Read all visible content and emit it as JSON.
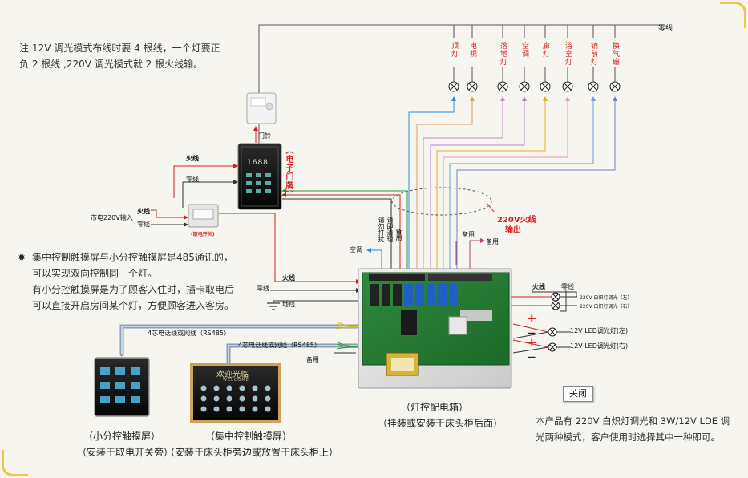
{
  "note_top": {
    "line1": "注:12V 调光模式布线时要 4 根线，一个灯要正",
    "line2": "负 2 根线 ,220V 调光模式就 2 根火线输。"
  },
  "neutral_top": "零线",
  "loads": [
    {
      "label": "顶灯",
      "color": "#2a8fd6"
    },
    {
      "label": "电视",
      "color": "#e0a060"
    },
    {
      "label": "落地灯",
      "color": "#c98fd0"
    },
    {
      "label": "空调",
      "color": "#b088c8"
    },
    {
      "label": "廊灯",
      "color": "#e0b020"
    },
    {
      "label": "浴室灯",
      "color": "#e0a0b8"
    },
    {
      "label": "镜前灯",
      "color": "#6aa0d8"
    },
    {
      "label": "换气扇",
      "color": "#7080c8"
    }
  ],
  "doorbell_label": "门铃",
  "doorplate_label": "（电子门牌）",
  "doorplate_display": "1688",
  "live_labels": {
    "top": "火线",
    "mains": "火线",
    "to_box": "火线",
    "right": "火线"
  },
  "neutral_labels": {
    "switch": "零线",
    "mains": "零线",
    "box_left": "零线",
    "right": "零线"
  },
  "mains_input": "市电220V输入",
  "power_switch_label": "(取电开关)",
  "ground_label": "地线",
  "dimmer_output": {
    "line1": "220V火线",
    "line2": "输出"
  },
  "doorplate_signals": [
    "请勿打扰",
    "请即清理",
    "备用"
  ],
  "spare_labels": [
    "备用",
    "备用",
    "备用"
  ],
  "aircon_label": "空调",
  "rs485_1": "4芯电话线或网线（RS485）",
  "rs485_2": "4芯电话线或网线（RS485）",
  "bulb_outputs": [
    "220V 白炽灯调光（左）",
    "220V 白炽灯调光（右）"
  ],
  "led_outputs": [
    "12V LED调光灯(左)",
    "12V LED调光灯(右)"
  ],
  "plus_sign": "+",
  "minus_sign": "—",
  "note_mid": {
    "line1": "集中控制触摸屏与小分控触摸屏是485通讯的，",
    "line2": "可以实现双向控制同一个灯。",
    "line3": "有小分控触摸屏是为了顾客入住时，插卡取电后",
    "line4": "可以直接开启房间某个灯，方便顾客进入客房。"
  },
  "small_panel": {
    "name": "（小分控触摸屏）",
    "place": "（安装于取电开关旁）"
  },
  "main_panel": {
    "name": "（集中控制触摸屏）",
    "place": "（安装于床头柜旁边或放置于床头柜上）",
    "header1": "欢迎光临",
    "header2": "WELCOME"
  },
  "control_box": {
    "name": "（灯控配电箱）",
    "place": "（挂装或安装于床头柜后面）"
  },
  "close_button": "关闭",
  "note_bottom": {
    "line1": "本产品有 220V 白炽灯调光和 3W/12V LDE 调",
    "line2": "光两种模式，客户使用时选择其中一种即可。"
  }
}
